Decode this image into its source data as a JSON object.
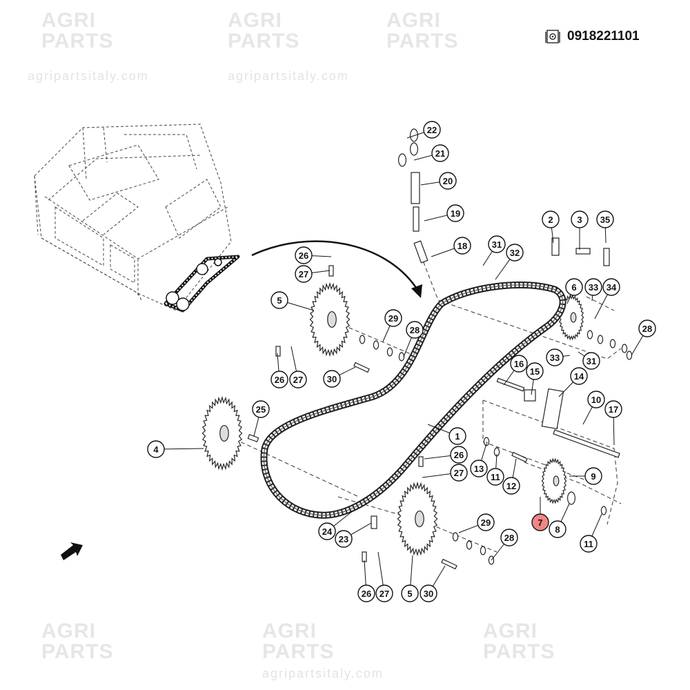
{
  "header": {
    "part_number": "0918221101",
    "icon": "parts-catalog-icon"
  },
  "watermark": {
    "title_line1": "AGRI",
    "title_line2": "PARTS",
    "url": "agripartsitaly.com"
  },
  "highlight_color": "#f08686",
  "callouts": [
    "22",
    "21",
    "20",
    "19",
    "18",
    "31",
    "32",
    "2",
    "3",
    "35",
    "6",
    "33",
    "34",
    "28",
    "33",
    "31",
    "26",
    "27",
    "5",
    "29",
    "28",
    "26",
    "27",
    "30",
    "16",
    "15",
    "14",
    "10",
    "17",
    "25",
    "4",
    "1",
    "26",
    "27",
    "13",
    "11",
    "12",
    "9",
    "7",
    "8",
    "11",
    "24",
    "23",
    "29",
    "28",
    "26",
    "27",
    "5",
    "30"
  ],
  "highlighted": [
    "7"
  ]
}
